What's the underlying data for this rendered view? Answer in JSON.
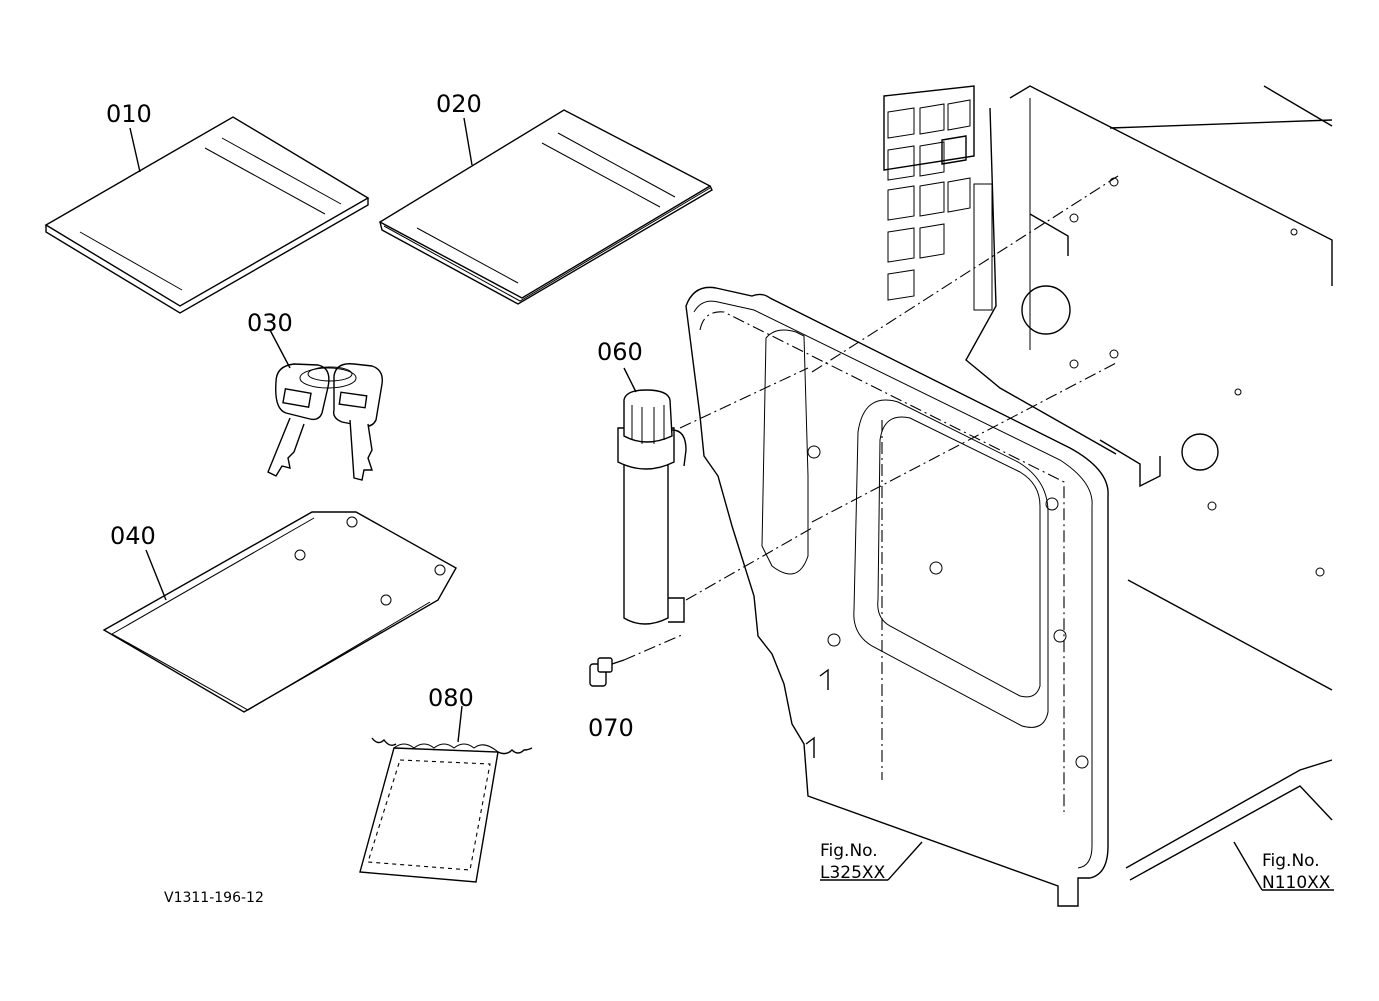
{
  "parts": [
    {
      "id": "manual-1",
      "label": "010"
    },
    {
      "id": "manual-2",
      "label": "020"
    },
    {
      "id": "key-set",
      "label": "030"
    },
    {
      "id": "sheet",
      "label": "040"
    },
    {
      "id": "holder",
      "label": "060"
    },
    {
      "id": "bolt",
      "label": "070"
    },
    {
      "id": "pouch",
      "label": "080"
    }
  ],
  "figure_refs": [
    {
      "fig_label": "Fig.No.",
      "fig_code": "L325XX"
    },
    {
      "fig_label": "Fig.No.",
      "fig_code": "N110XX"
    }
  ],
  "drawing_code": "V1311-196-12"
}
